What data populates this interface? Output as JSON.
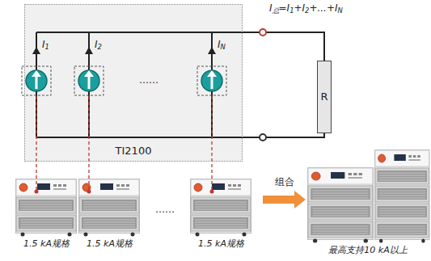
{
  "diagram": {
    "nodes": [
      {
        "text": [
          "TI2100"
        ]
      },
      {
        "text": [
          "R"
        ]
      },
      {
        "text": [
          "1.5 kA规格"
        ]
      },
      {
        "text": [
          "1.5 kA规格"
        ]
      },
      {
        "text": [
          "1.5 kA规格"
        ]
      },
      {
        "text": [
          "最高支持10 kA以上"
        ]
      }
    ],
    "edges": [
      {
        "from": 4,
        "to": 5,
        "label": "组合",
        "arrow": "to"
      }
    ],
    "labels": [
      "I1",
      "I2",
      "IN",
      "I总=I1+I2+...+IN",
      "……",
      "……"
    ]
  }
}
